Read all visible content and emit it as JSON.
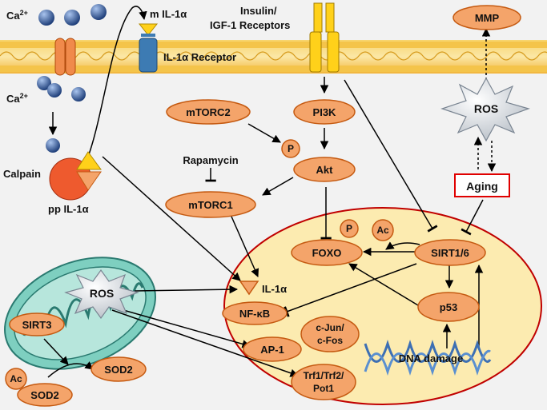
{
  "labels": {
    "ca_top": "Ca",
    "ca_mid": "Ca",
    "ca_sup": "2+",
    "m_il1a": "m IL-1α",
    "il1a_receptor": "IL-1α Receptor",
    "insulin_line1": "Insulin/",
    "insulin_line2": "IGF-1 Receptors",
    "mmp": "MMP",
    "ros_top": "ROS",
    "mtorc2": "mTORC2",
    "pi3k": "PI3K",
    "p_akt": "P",
    "akt": "Akt",
    "rapamycin": "Rapamycin",
    "mtorc1": "mTORC1",
    "aging": "Aging",
    "calpain": "Calpain",
    "pp_il1a": "pp IL-1α",
    "p_foxo": "P",
    "ac_foxo": "Ac",
    "foxo": "FOXO",
    "sirt16": "SIRT1/6",
    "ros_mito": "ROS",
    "il1a_nuc": "IL-1α",
    "nfkb": "NF-κB",
    "p53": "p53",
    "cjun_line1": "c-Jun/",
    "cjun_line2": "c-Fos",
    "sirt3": "SIRT3",
    "ap1": "AP-1",
    "dna_damage": "DNA damage",
    "sod2_right": "SOD2",
    "ac_sod": "Ac",
    "sod2_left": "SOD2",
    "trf_line1": "Trf1/Trf2/",
    "trf_line2": "Pot1"
  },
  "colors": {
    "node_fill": "#f4a46a",
    "node_stroke": "#c55a11",
    "nucleus_fill": "#fcebb0",
    "nucleus_stroke": "#c00000",
    "membrane": "#f5c242",
    "receptor_yellow": "#ffd11a",
    "ion_blue": "#2f5597",
    "mito_fill": "#8fd4c8",
    "aging_border": "#e00000"
  }
}
